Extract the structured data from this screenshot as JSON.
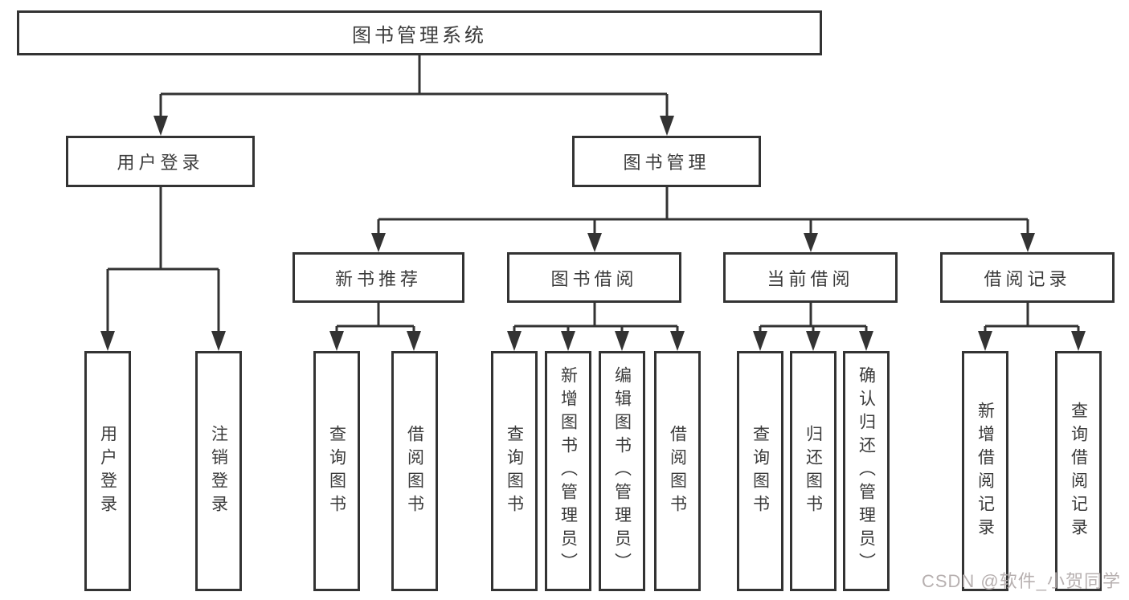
{
  "diagram_title": "图书管理系统",
  "nodes": {
    "root": "图书管理系统",
    "user_login": "用户登录",
    "book_mgmt": "图书管理",
    "login": "用户登录",
    "logout": "注销登录",
    "new_book_rec": "新书推荐",
    "book_borrow": "图书借阅",
    "current_borrow": "当前借阅",
    "borrow_record": "借阅记录",
    "nbr_query_book": "查询图书",
    "nbr_borrow_book": "借阅图书",
    "bb_query_book": "查询图书",
    "bb_add_book": "新增图书（管理员）",
    "bb_edit_book": "编辑图书（管理员）",
    "bb_borrow_book": "借阅图书",
    "cb_query_book": "查询图书",
    "cb_return_book": "归还图书",
    "cb_confirm_return": "确认归还（管理员）",
    "br_add_record": "新增借阅记录",
    "br_query_record": "查询借阅记录"
  },
  "watermark": "CSDN @软件_小贺同学",
  "colors": {
    "line": "#333333",
    "border": "#333333",
    "text": "#3b3b3b",
    "background": "#ffffff",
    "watermark": "#b7b0b0"
  }
}
